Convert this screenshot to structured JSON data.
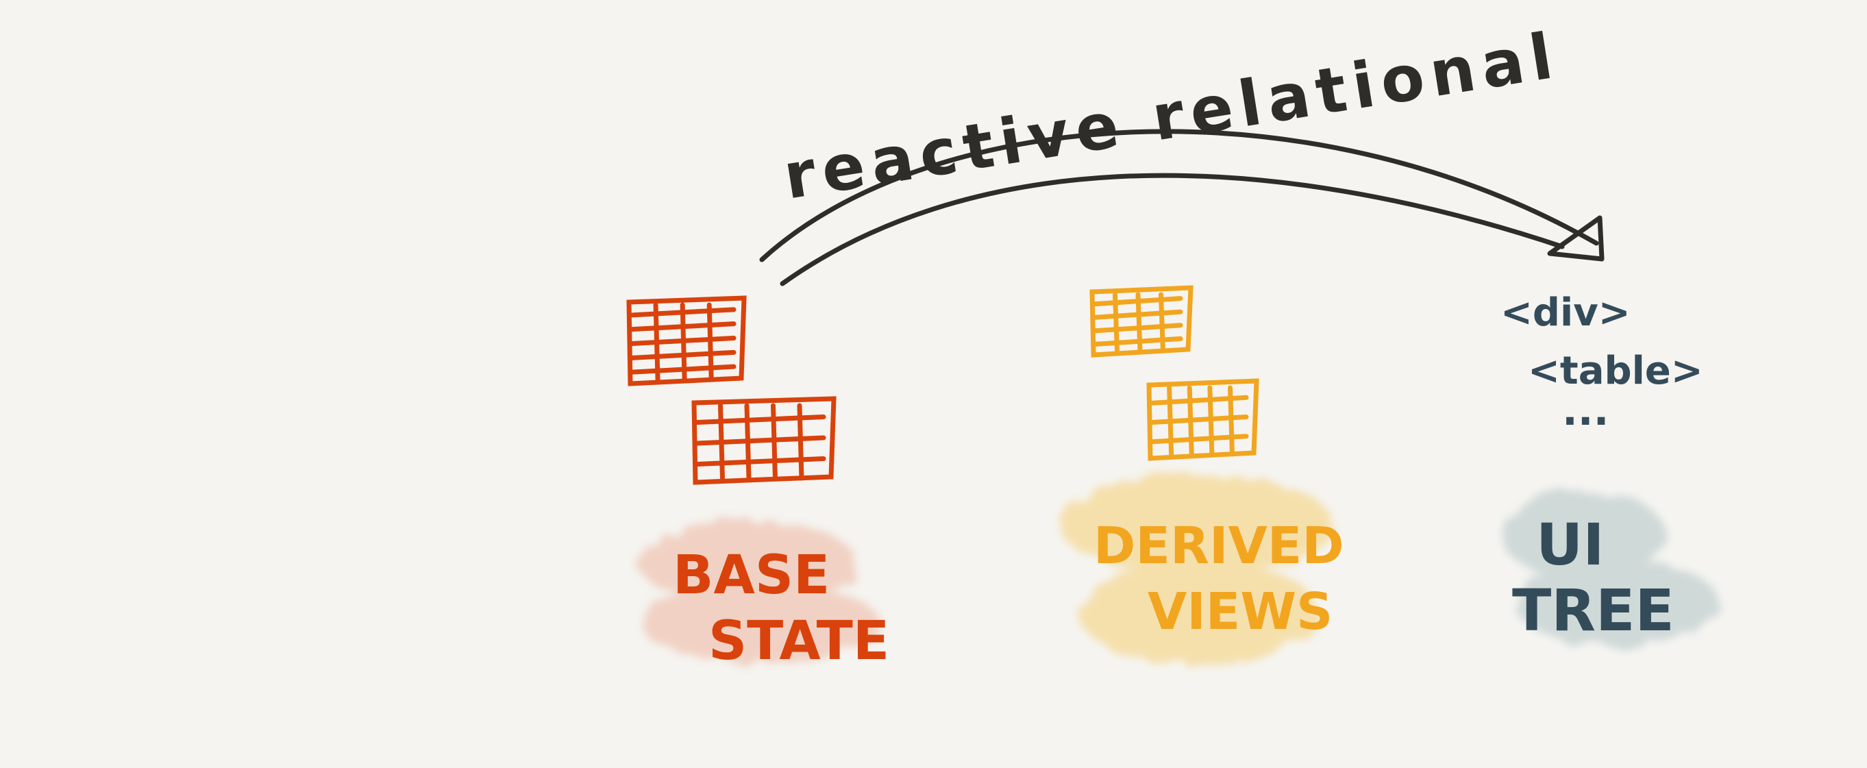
{
  "arrow_label": "reactive relational",
  "columns": [
    {
      "id": "base",
      "label_lines": [
        "BASE",
        "STATE"
      ],
      "color": "#d9420c",
      "wash": "#f0c6b5",
      "tables": 2
    },
    {
      "id": "derived",
      "label_lines": [
        "DERIVED",
        "VIEWS"
      ],
      "color": "#f2a51f",
      "wash": "#f5d995",
      "tables": 2
    },
    {
      "id": "ui",
      "label_lines": [
        "UI",
        "TREE"
      ],
      "color": "#344b5a",
      "wash": "#c6d3d3",
      "code_lines": [
        "<div>",
        "<table>",
        "..."
      ]
    }
  ],
  "colors": {
    "ink": "#2e2d2a",
    "background": "#f5f4f0"
  }
}
